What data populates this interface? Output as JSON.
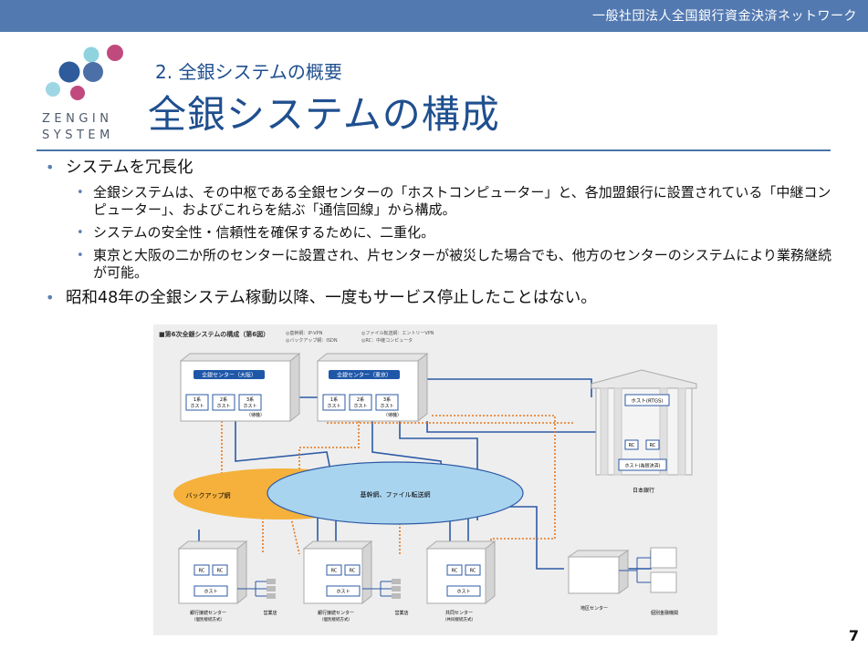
{
  "header": {
    "org": "一般社団法人全国銀行資金決済ネットワーク"
  },
  "logo": {
    "line1": "ZENGIN",
    "line2": "SYSTEM"
  },
  "slide": {
    "subtitle": "2. 全銀システムの概要",
    "title": "全銀システムの構成",
    "page": "7"
  },
  "bullets": [
    {
      "text": "システムを冗長化",
      "sub": [
        "全銀システムは、その中枢である全銀センターの「ホストコンピューター」と、各加盟銀行に設置されている「中継コンピューター」、およびこれらを結ぶ「通信回線」から構成。",
        "システムの安全性・信頼性を確保するために、二重化。",
        "東京と大阪の二か所のセンターに設置され、片センターが被災した場合でも、他方のセンターのシステムにより業務継続が可能。"
      ]
    },
    {
      "text": "昭和48年の全銀システム稼動以降、一度もサービス停止したことはない。"
    }
  ],
  "diagram": {
    "caption": "■第6次全銀システムの構成（第6図）",
    "legend": [
      "◎基幹網：IP-VPN",
      "◎バックアップ網：ISDN",
      "◎ファイル転送網：エントリーVPN",
      "◎RC：中継コンピュータ"
    ],
    "osaka_center": "全銀センター（大阪）",
    "tokyo_center": "全銀センター（東京）",
    "host_units": [
      "1系\nホスト",
      "2系\nホスト",
      "3系\nホスト"
    ],
    "standby": "（待機）",
    "backup_net": "バックアップ網",
    "core_net": "基幹網、ファイル転送網",
    "boj_host": "ホスト(RTGS)",
    "boj_rc": "RC",
    "boj_fx": "ホスト(為替決済)",
    "boj": "日本銀行",
    "rc": "RC",
    "host": "ホスト",
    "bank_center_1": "銀行接続センター",
    "bank_center_1_sub": "（個別接続方式）",
    "bank_center_2": "銀行接続センター",
    "bank_center_2_sub": "（個別接続方式）",
    "shared_center": "共同センター",
    "shared_center_sub": "（共同接続方式）",
    "branch": "営業店",
    "regional_center": "地区センター",
    "individual_banks": "個別金融機関"
  },
  "colors": {
    "topbar": "#5379b1",
    "title": "#1f4f8f",
    "core_net": "#a9d4ef",
    "backup_net": "#f5b13c",
    "blue_line": "#2c5aa6",
    "orange_dots": "#e8761c"
  }
}
